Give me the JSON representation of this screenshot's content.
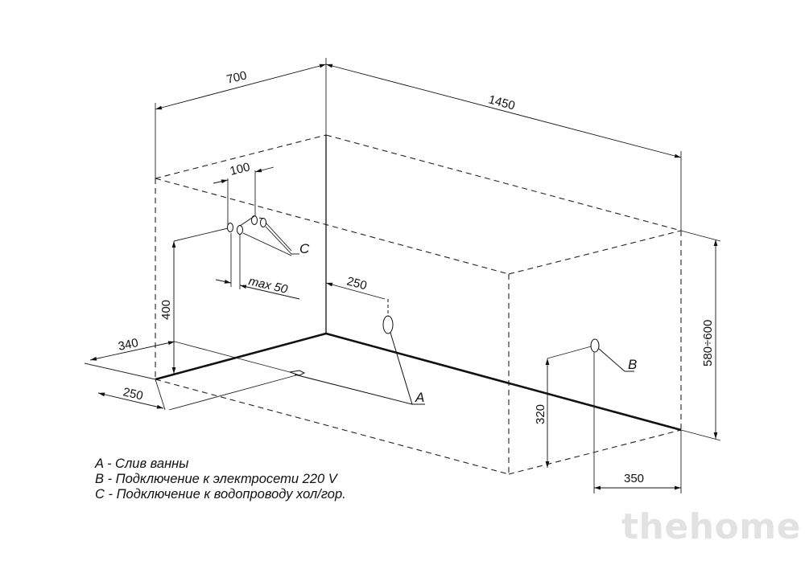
{
  "dimensions": {
    "width_top": "700",
    "length_top": "1450",
    "pipe_spacing": "100",
    "pipe_offset": "max 50",
    "pipe_height": "400",
    "drain_offset": "250",
    "height": "580÷600",
    "socket_height": "320",
    "socket_offset": "350",
    "floor_340": "340",
    "floor_250": "250"
  },
  "points": {
    "a": "A",
    "b": "B",
    "c": "C"
  },
  "legend": [
    "A - Слив ванны",
    "B - Подключение к электросети 220 V",
    "C - Подключение к водопроводу хол/гор."
  ],
  "watermark": "thehome"
}
